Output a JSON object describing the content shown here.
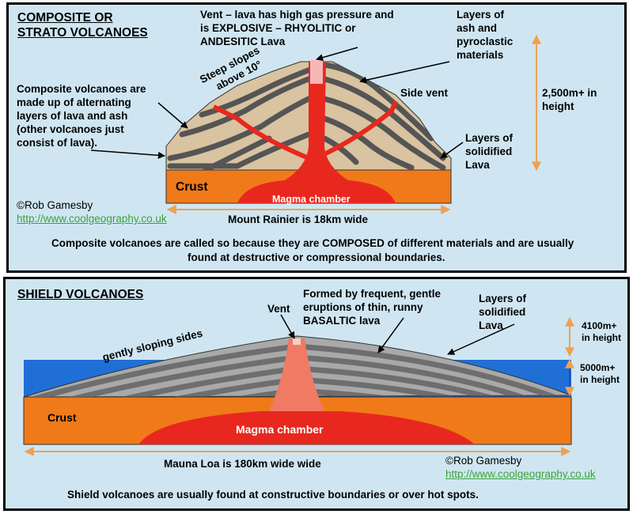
{
  "composite": {
    "title_line1": "COMPOSITE OR",
    "title_line2": "STRATO VOLCANOES",
    "vent_line1": "Vent – lava has high gas pressure and",
    "vent_line2": "is EXPLOSIVE – RHYOLITIC or",
    "vent_line3": "ANDESITIC Lava",
    "ash_line1": "Layers of",
    "ash_line2": "ash and",
    "ash_line3": "pyroclastic",
    "ash_line4": "materials",
    "slopes_line1": "Steep slopes",
    "slopes_line2": "above 10°",
    "made_line1": "Composite volcanoes are",
    "made_line2": "made up of alternating",
    "made_line3": "layers of lava and ash",
    "made_line4": "(other volcanoes just",
    "made_line5": "consist of lava).",
    "side_vent": "Side vent",
    "height_line1": "2,500m+ in",
    "height_line2": "height",
    "solid_line1": "Layers of",
    "solid_line2": "solidified",
    "solid_line3": "Lava",
    "crust": "Crust",
    "magma": "Magma chamber",
    "credit": "©Rob Gamesby",
    "link": "http://www.coolgeography.co.uk",
    "width_label": "Mount Rainier is 18km wide",
    "caption_line1": "Composite volcanoes are called so because they are COMPOSED of different materials and are usually",
    "caption_line2": "found at destructive or compressional boundaries."
  },
  "shield": {
    "title": "SHIELD VOLCANOES",
    "vent": "Vent",
    "formed_line1": "Formed by frequent, gentle",
    "formed_line2": "eruptions of thin, runny",
    "formed_line3": "BASALTIC lava",
    "solid_line1": "Layers of",
    "solid_line2": "solidified",
    "solid_line3": "Lava",
    "sides": "gently sloping sides",
    "h1_line1": "4100m+",
    "h1_line2": "in height",
    "h2_line1": "5000m+",
    "h2_line2": "in height",
    "crust": "Crust",
    "magma": "Magma chamber",
    "width_label": "Mauna Loa is 180km wide wide",
    "credit": "©Rob Gamesby",
    "link": "http://www.coolgeography.co.uk",
    "caption": "Shield volcanoes are usually found at constructive boundaries or over hot spots."
  },
  "colors": {
    "panel_bg": "#cfe6f2",
    "ash": "#d9c3a1",
    "lava_layer": "#555555",
    "crust": "#f07a1a",
    "magma": "#e8281e",
    "sea": "#1f6fd6",
    "shield_light": "#a9a9a9",
    "shield_dark": "#6e6e6e",
    "arrow": "#f0a050",
    "link": "#3aa33a"
  }
}
